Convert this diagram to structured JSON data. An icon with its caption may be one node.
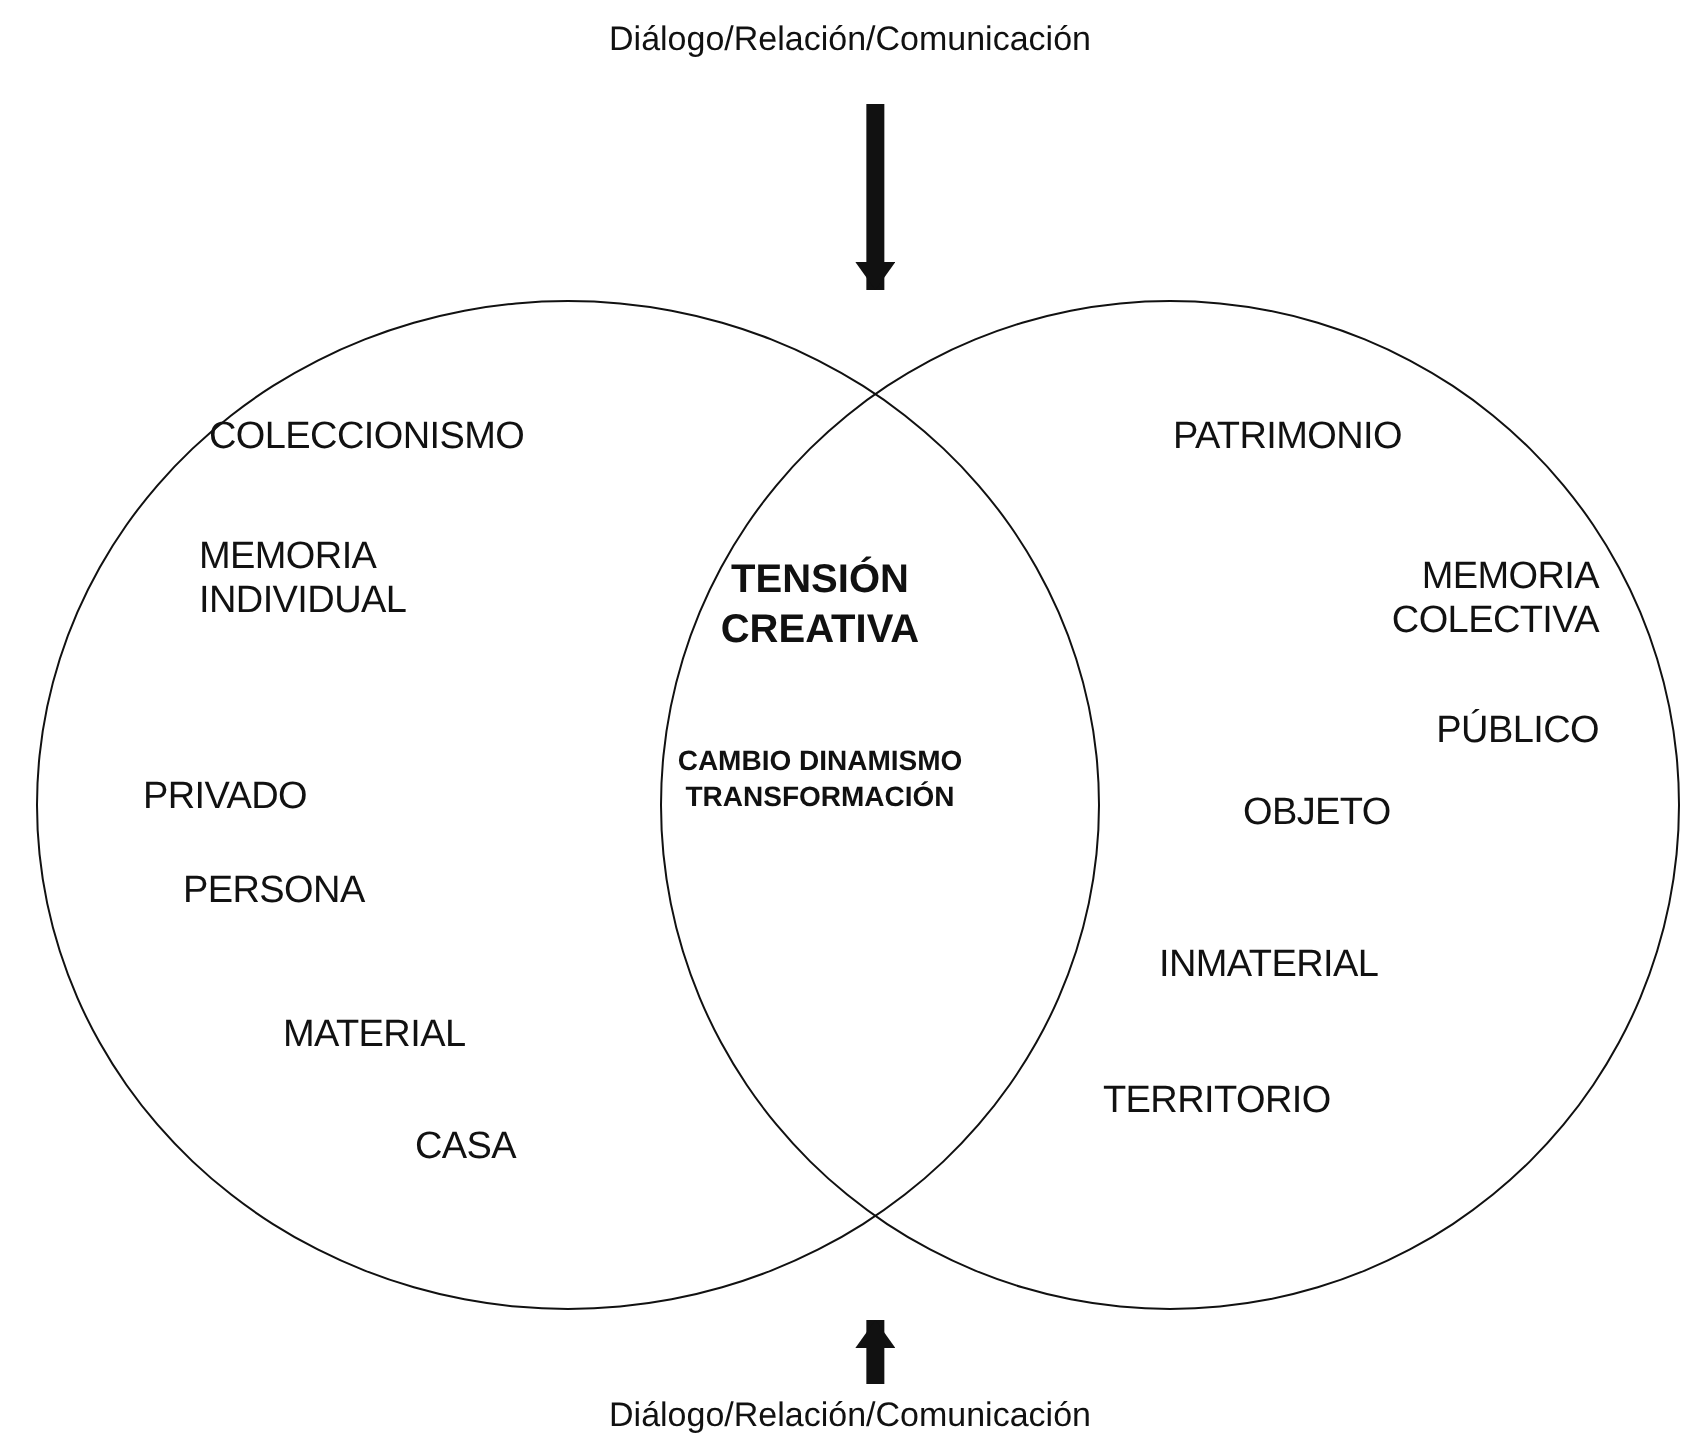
{
  "diagram": {
    "nodes": [
      {
        "text": [
          "COLECCIONISMO",
          "MEMORIA INDIVIDUAL",
          "PRIVADO",
          "PERSONA",
          "MATERIAL",
          "CASA"
        ]
      },
      {
        "text": [
          "PATRIMONIO",
          "MEMORIA COLECTIVA",
          "PÚBLICO",
          "OBJETO",
          "INMATERIAL",
          "TERRITORIO"
        ]
      },
      {
        "text": [
          "Diálogo/Relación/Comunicación"
        ]
      },
      {
        "text": [
          "Diálogo/Relación/Comunicación"
        ]
      }
    ],
    "edges": [
      {
        "from": 2,
        "to": 1,
        "arrow": "to"
      },
      {
        "from": 3,
        "to": 1,
        "arrow": "to"
      }
    ],
    "labels": [
      "TENSIÓN CREATIVA",
      "CAMBIO DINAMISMO TRANSFORMACIÓN"
    ]
  }
}
